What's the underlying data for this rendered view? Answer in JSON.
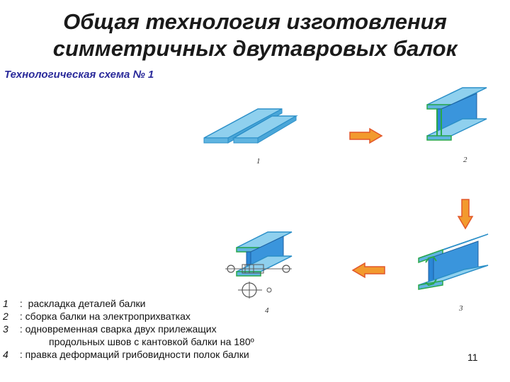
{
  "slide": {
    "title": "Общая технология изготовления симметричных двутавровых балок",
    "scheme_label": "Технологическая схема № 1",
    "page_number": "11"
  },
  "figures": [
    {
      "number": "1",
      "depicts": "two-flat-plates"
    },
    {
      "number": "2",
      "depicts": "assembled-i-beam"
    },
    {
      "number": "3",
      "depicts": "welded-i-beam-tilted"
    },
    {
      "number": "4",
      "depicts": "i-beam-with-fixture"
    }
  ],
  "arrows": [
    {
      "name": "arrow-right-icon",
      "color": "#e8a23a"
    },
    {
      "name": "arrow-down-icon",
      "color": "#e8a23a"
    },
    {
      "name": "arrow-left-icon",
      "color": "#e8a23a"
    }
  ],
  "colors": {
    "flange_fill": "#8fd0ee",
    "flange_edge": "#2b8fc8",
    "web_fill": "#2a86d6",
    "weld_green": "#2aa84a",
    "arrow_fill": "#f29a2e",
    "arrow_edge": "#e2562a"
  },
  "legend": [
    {
      "num": "1",
      "sep": " :  ",
      "text": "раскладка деталей балки"
    },
    {
      "num": "2",
      "sep": " : ",
      "text": "сборка балки на электроприхватках"
    },
    {
      "num": "3",
      "sep": " : ",
      "text": "одновременная сварка двух прилежащих"
    },
    {
      "num": "",
      "sep": "",
      "text": "продольных швов с кантовкой балки на 180º"
    },
    {
      "num": "4",
      "sep": " : ",
      "text": "правка деформаций грибовидности полок балки"
    }
  ]
}
